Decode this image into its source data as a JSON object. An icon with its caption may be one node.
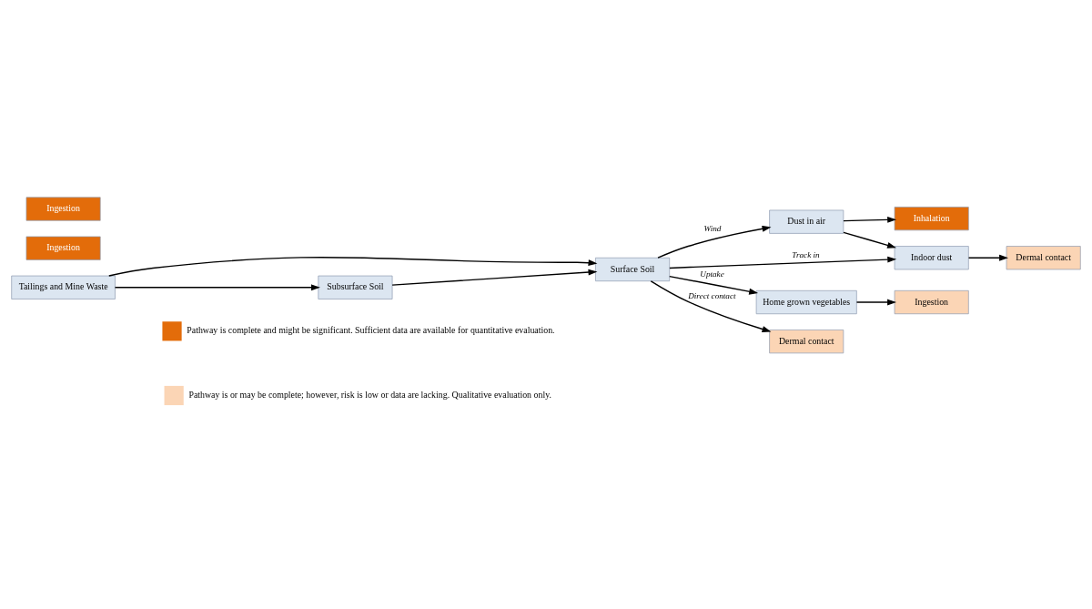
{
  "diagram": {
    "nodes": [
      {
        "text": [
          "Tailings and Mine Waste"
        ]
      },
      {
        "text": [
          "Surface Soil"
        ]
      },
      {
        "text": [
          "Subsurface Soil"
        ]
      },
      {
        "text": [
          "Dust in air"
        ]
      },
      {
        "text": [
          "Indoor dust"
        ]
      },
      {
        "text": [
          "Home grown vegetables"
        ]
      },
      {
        "text": [
          "Inhalation"
        ]
      },
      {
        "text": [
          "Ingestion"
        ]
      },
      {
        "text": [
          "Dermal contact"
        ]
      },
      {
        "text": [
          "Ingestion"
        ]
      },
      {
        "text": [
          "Dermal contact"
        ]
      },
      {
        "text": [
          "Ingestion"
        ]
      }
    ],
    "edges": [
      {
        "from": 0,
        "to": 1,
        "arrow": "to"
      },
      {
        "from": 0,
        "to": 2,
        "arrow": "to"
      },
      {
        "from": 2,
        "to": 1,
        "arrow": "to"
      },
      {
        "from": 1,
        "to": 3,
        "arrow": "to",
        "label": "Wind"
      },
      {
        "from": 1,
        "to": 4,
        "arrow": "to",
        "label": "Track in"
      },
      {
        "from": 1,
        "to": 10,
        "arrow": "to",
        "label": "Direct contact"
      },
      {
        "from": 1,
        "to": 5,
        "arrow": "to",
        "label": "Uptake"
      },
      {
        "from": 3,
        "to": 6,
        "arrow": "to"
      },
      {
        "from": 3,
        "to": 4,
        "arrow": "to"
      },
      {
        "from": 4,
        "to": 8,
        "arrow": "to"
      },
      {
        "from": 5,
        "to": 11,
        "arrow": "to"
      }
    ],
    "legend": [
      {
        "text": "Pathway is complete and might be significant. Sufficient data are available for quantitative evaluation.",
        "color": "#e36c0a"
      },
      {
        "text": "Pathway is or may be complete; however, risk is low or data are lacking. Qualitative evaluation only.",
        "color": "#fbd5b5"
      }
    ]
  }
}
